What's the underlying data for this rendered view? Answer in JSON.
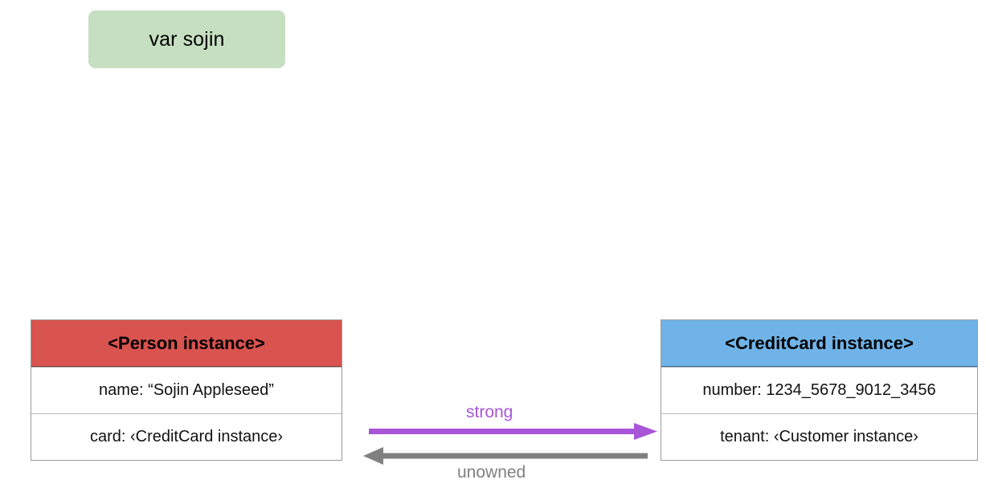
{
  "diagram": {
    "title_chip": {
      "label": "var sojin",
      "bg_color": "#c5dfc0"
    },
    "boxes": [
      {
        "id": "person",
        "header": "<Person instance>",
        "header_color": "#d9534f",
        "rows": [
          "name: “Sojin Appleseed”",
          "card: ‹CreditCard instance›"
        ]
      },
      {
        "id": "creditcard",
        "header": "<CreditCard instance>",
        "header_color": "#6fb3e8",
        "rows": [
          "number: 1234_5678_9012_3456",
          "tenant: ‹Customer instance›"
        ]
      }
    ],
    "arrows": [
      {
        "id": "strong-arrow",
        "label": "strong",
        "color": "#a855d8",
        "direction": "right"
      },
      {
        "id": "unowned-arrow",
        "label": "unowned",
        "color": "#808080",
        "direction": "left"
      }
    ]
  }
}
